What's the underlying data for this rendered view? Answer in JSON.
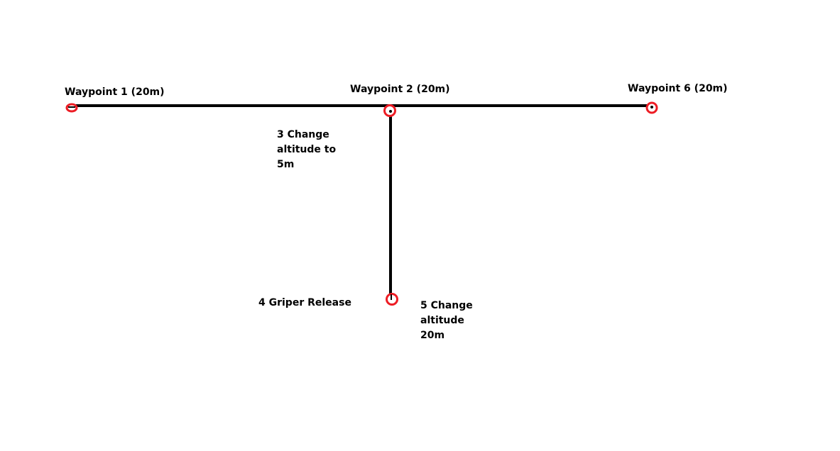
{
  "colors": {
    "path": "#000000",
    "marker": "#ed1c24",
    "text": "#000000",
    "background": "#ffffff"
  },
  "waypoints": {
    "wp1": {
      "label": "Waypoint 1 (20m)"
    },
    "wp2": {
      "label": "Waypoint 2 (20m)"
    },
    "wp6": {
      "label": "Waypoint 6 (20m)"
    }
  },
  "actions": {
    "step3": {
      "lines": [
        "3 Change",
        "altitude to",
        "5m"
      ]
    },
    "step4": {
      "label": "4 Griper Release"
    },
    "step5": {
      "lines": [
        "5 Change",
        "altitude",
        "20m"
      ]
    }
  }
}
